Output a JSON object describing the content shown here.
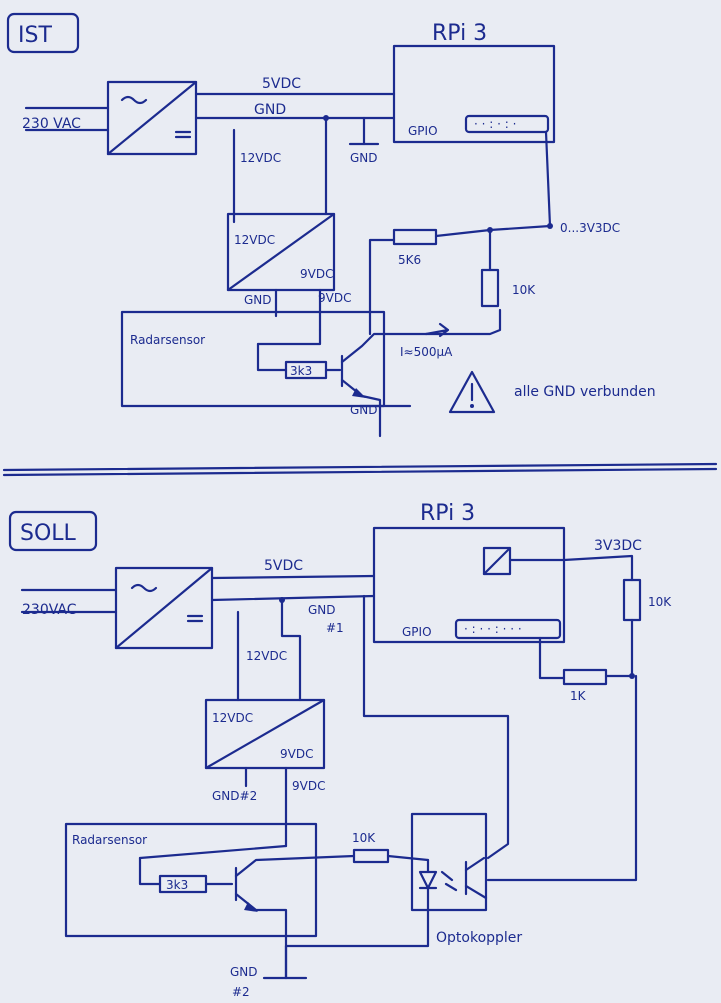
{
  "ist": {
    "title": "IST",
    "rpi": "RPi 3",
    "gpio": "GPIO",
    "mains": "230 VAC",
    "v5": "5VDC",
    "gnd_top": "GND",
    "gnd_ground": "GND",
    "v12": "12VDC",
    "conv_label": "12VDC",
    "conv_out": "9VDC",
    "gnd_sensor": "GND",
    "v9_sensor": "9VDC",
    "sensor": "Radarsensor",
    "r3k3": "3k3",
    "r5k6": "5K6",
    "r10k": "10K",
    "v33": "0...3V3DC",
    "current": "I≈500µA",
    "gnd_bottom": "GND",
    "warning_icon": "warning-triangle-icon",
    "warning": "alle GND verbunden"
  },
  "soll": {
    "title": "SOLL",
    "rpi": "RPi 3",
    "gpio": "GPIO",
    "mains": "230VAC",
    "v5": "5VDC",
    "gnd1": "GND",
    "gnd1_num": "#1",
    "v33": "3V3DC",
    "r10k": "10K",
    "r1k": "1K",
    "v12": "12VDC",
    "conv_label": "12VDC",
    "conv_out": "9VDC",
    "gnd2": "GND#2",
    "v9": "9VDC",
    "sensor": "Radarsensor",
    "r3k3": "3k3",
    "r10k_sensor": "10K",
    "opto": "Optokoppler",
    "gnd_bottom": "GND",
    "gnd_bottom_num": "#2"
  }
}
